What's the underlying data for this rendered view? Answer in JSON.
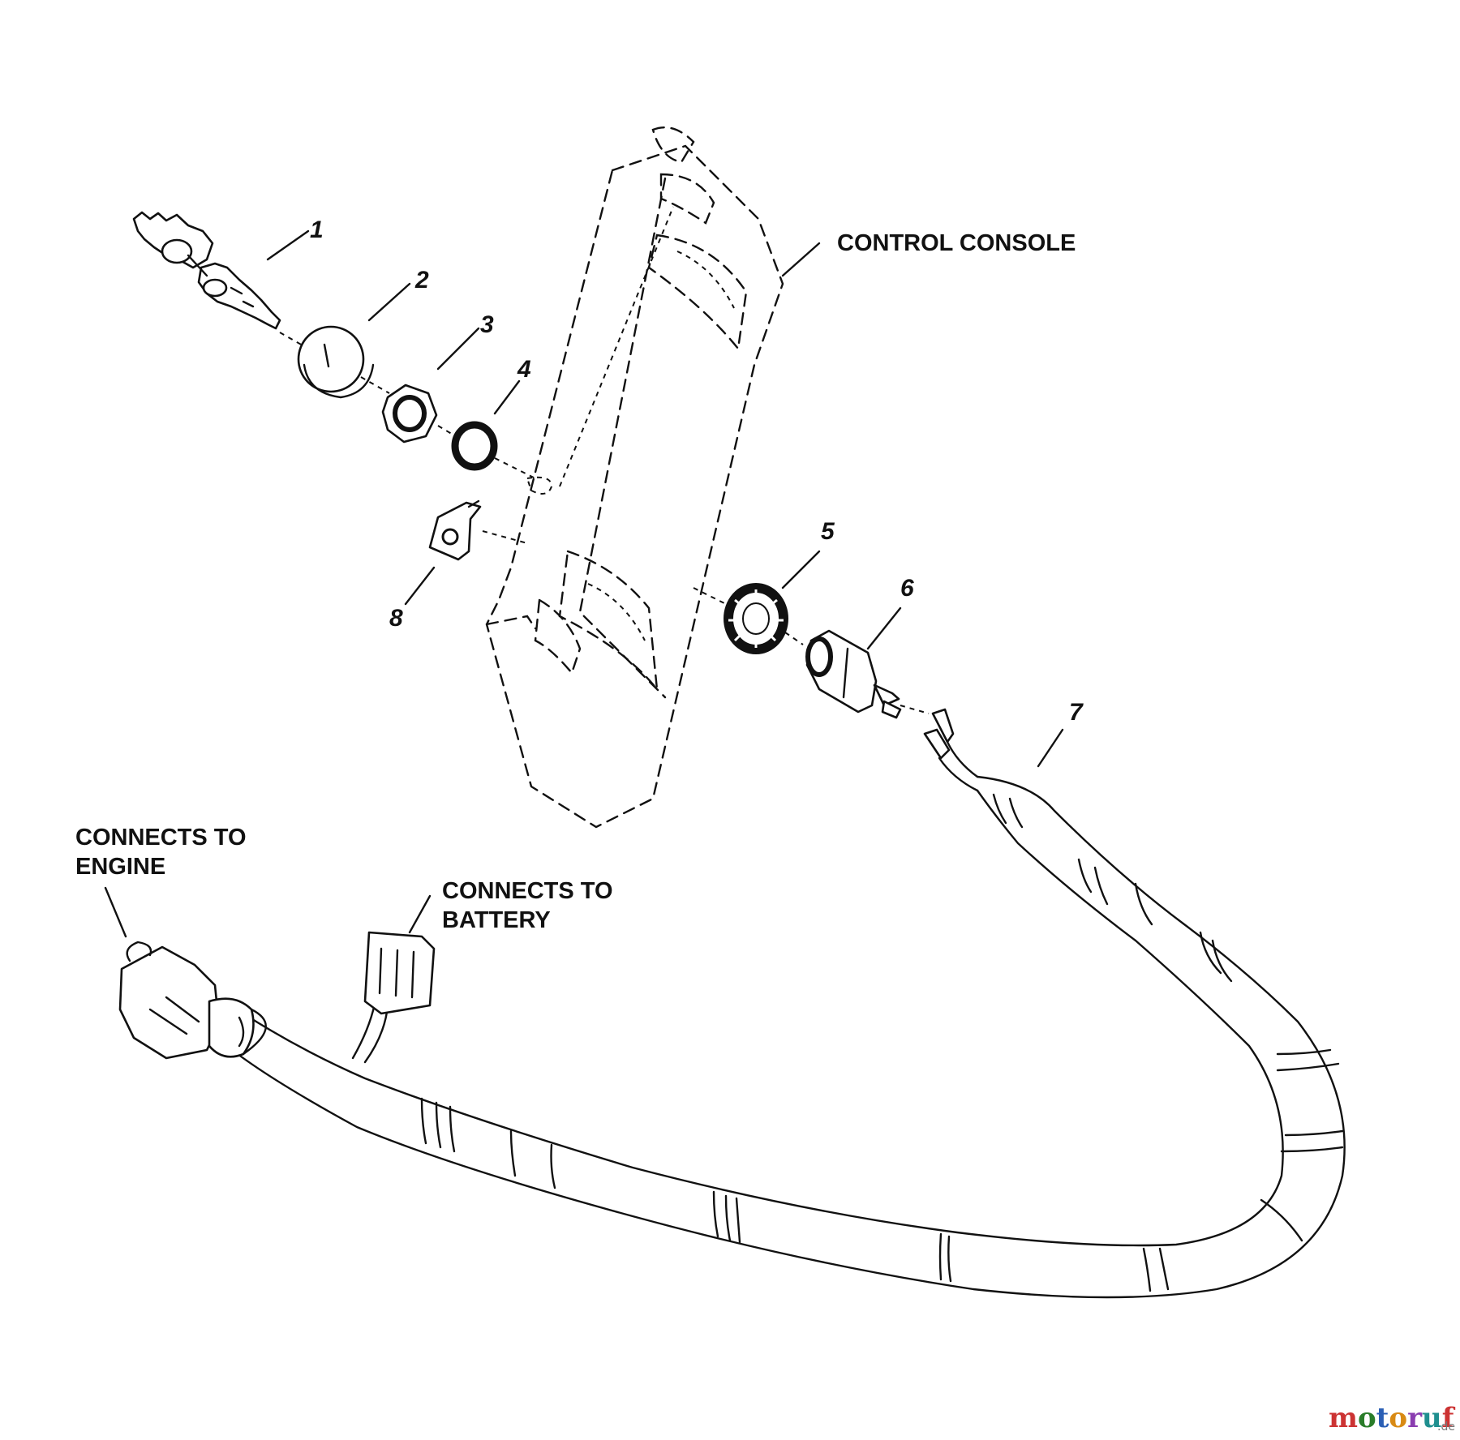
{
  "labels": {
    "control_console": "CONTROL CONSOLE",
    "connects_engine_line1": "CONNECTS TO",
    "connects_engine_line2": "ENGINE",
    "connects_battery_line1": "CONNECTS TO",
    "connects_battery_line2": "BATTERY"
  },
  "part_numbers": {
    "p1": "1",
    "p2": "2",
    "p3": "3",
    "p4": "4",
    "p5": "5",
    "p6": "6",
    "p7": "7",
    "p8": "8"
  },
  "watermark": {
    "letters": [
      "m",
      "o",
      "t",
      "o",
      "r",
      "u",
      "f"
    ],
    "colors": [
      "#c33",
      "#2a7d2a",
      "#2b5fb5",
      "#d98a14",
      "#8a3db0",
      "#1f8f8f",
      "#c33"
    ],
    "suffix": ".de"
  }
}
